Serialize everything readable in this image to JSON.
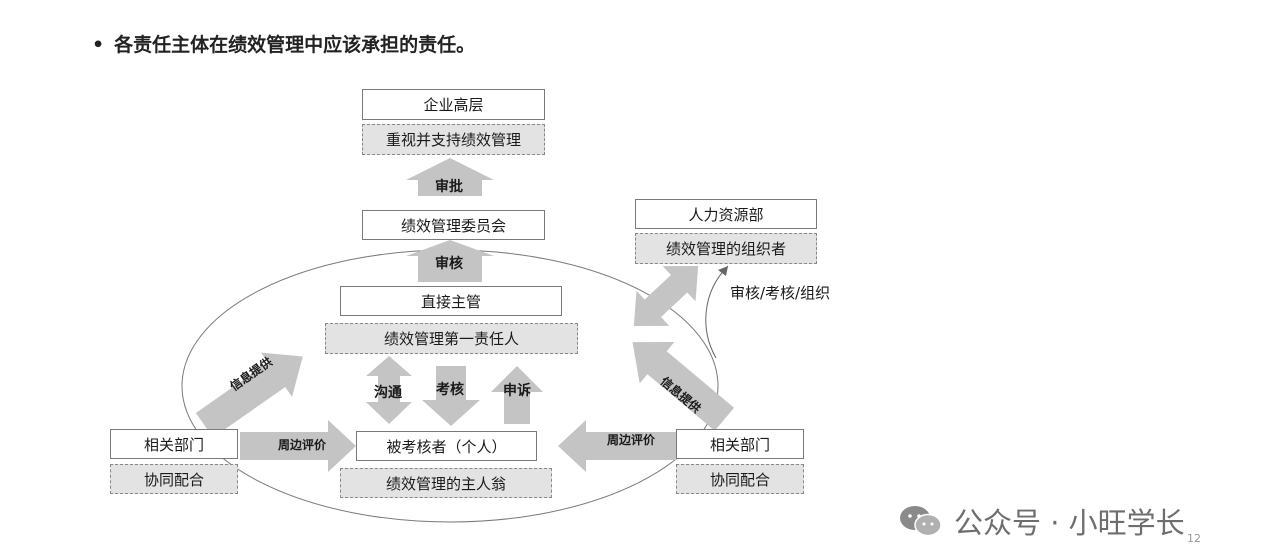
{
  "heading": {
    "bullet": "•",
    "text": "各责任主体在绩效管理中应该承担的责任。"
  },
  "nodes": {
    "top_mgmt": {
      "title": "企业高层",
      "role": "重视并支持绩效管理"
    },
    "committee": {
      "title": "绩效管理委员会"
    },
    "hr": {
      "title": "人力资源部",
      "role": "绩效管理的组织者"
    },
    "supervisor": {
      "title": "直接主管",
      "role": "绩效管理第一责任人"
    },
    "employee": {
      "title": "被考核者（个人）",
      "role": "绩效管理的主人翁"
    },
    "dept_left": {
      "title": "相关部门",
      "role": "协同配合"
    },
    "dept_right": {
      "title": "相关部门",
      "role": "协同配合"
    }
  },
  "arrows": {
    "approve": "审批",
    "review": "审核",
    "communicate": "沟通",
    "assess": "考核",
    "appeal": "申诉",
    "info_left": "信息提供",
    "info_right": "信息提供",
    "peer_left": "周边评价",
    "peer_right": "周边评价",
    "hr_note": "审核/考核/组织"
  },
  "watermark": {
    "text": "公众号 · 小旺学长",
    "icon": "wechat-icon"
  },
  "page_number": "12",
  "colors": {
    "arrow": "#c4c4c4",
    "box_fill_dashed": "#e3e3e3",
    "ellipse": "#7a7a7a"
  }
}
